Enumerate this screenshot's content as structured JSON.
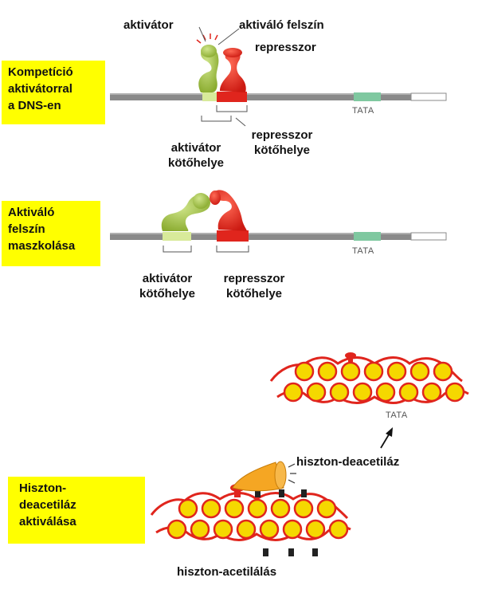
{
  "panel1": {
    "box_lines": [
      "Kompetíció",
      "aktivátorral",
      "a DNS-en"
    ],
    "activator": "aktivátor",
    "activating_surface": "aktiváló felszín",
    "repressor": "represszor",
    "activator_site": [
      "aktivátor",
      "kötőhelye"
    ],
    "repressor_site": [
      "represszor",
      "kötőhelye"
    ],
    "tata": "TATA"
  },
  "panel2": {
    "box_lines": [
      "Aktiváló",
      "felszín",
      "maszkolása"
    ],
    "activator_site": [
      "aktivátor",
      "kötőhelye"
    ],
    "repressor_site": [
      "represszor",
      "kötőhelye"
    ],
    "tata": "TATA"
  },
  "panel3": {
    "box_lines": [
      "Hiszton-",
      "deacetiláz",
      "aktiválása"
    ],
    "deacetylase": "hiszton-deacetiláz",
    "acetylation": "hiszton-acetilálás",
    "tata": "TATA"
  },
  "colors": {
    "activator": "#9dbf3a",
    "repressor": "#e0251d",
    "highlight": "#ffff00",
    "histone": "#f5d800",
    "dna": "#808080",
    "deacetylase": "#f5a623"
  }
}
